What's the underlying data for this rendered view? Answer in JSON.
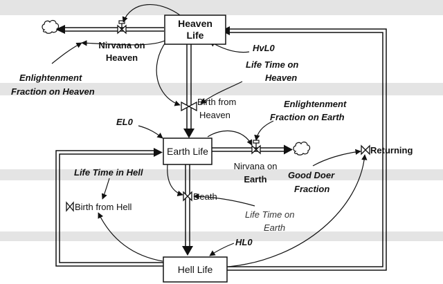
{
  "stocks": {
    "heaven": [
      "Heaven",
      "Life"
    ],
    "earth": "Earth Life",
    "hell": "Hell Life"
  },
  "flows": {
    "nirvana_heaven": [
      "Nirvana on",
      "Heaven"
    ],
    "birth_heaven": [
      "Birth from",
      "Heaven"
    ],
    "nirvana_earth": [
      "Nirvana on",
      "Earth"
    ],
    "death": "Death",
    "birth_hell": "Birth from Hell",
    "returning": "Returning"
  },
  "auxiliaries": {
    "enlight_heaven": [
      "Enlightenment",
      "Fraction on Heaven"
    ],
    "hvl0": "HvL0",
    "lifetime_heaven": [
      "Life Time on",
      "Heaven"
    ],
    "el0": "EL0",
    "enlight_earth": [
      "Enlightenment",
      "Fraction on Earth"
    ],
    "lifetime_hell": "Life Time in Hell",
    "good_doer": [
      "Good Doer",
      "Fraction"
    ],
    "lifetime_earth": [
      "Life Time on",
      "Earth"
    ],
    "hl0": "HL0"
  },
  "colors": {
    "background": "#ffffff",
    "ink": "#111111",
    "stock_fill": "#ffffff",
    "light_text": "#333333"
  },
  "icons": {
    "cloud": "cloud-sink-icon",
    "valve": "bowtie-valve-icon"
  }
}
